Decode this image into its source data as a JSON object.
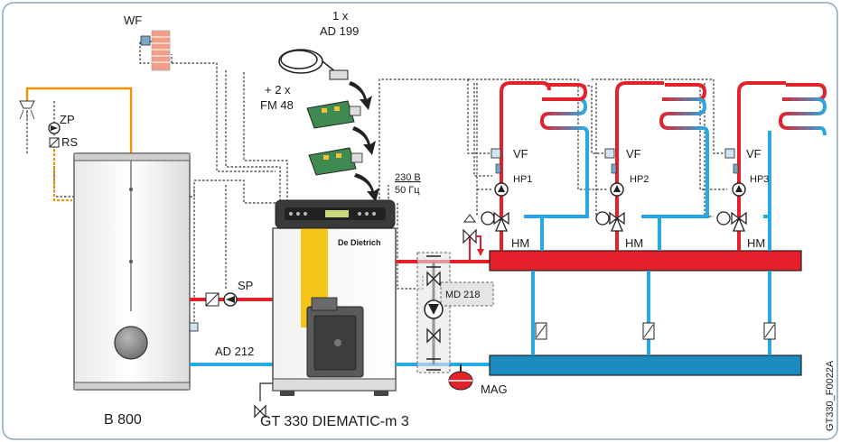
{
  "labels": {
    "wf": "WF",
    "zp": "ZP",
    "rs": "RS",
    "sp": "SP",
    "ad212": "AD 212",
    "tank": "B 800",
    "boiler": "GT 330 DIEMATIC-m 3",
    "qty1": "1 x",
    "ad199": "AD 199",
    "qty2": "+ 2 x",
    "fm48": "FM 48",
    "volt": "230 В",
    "hz": "50 Гц",
    "md218": "MD 218",
    "mag": "MAG",
    "brand": "De Dietrich",
    "ref": "GT330_F0022A",
    "vf1": "VF",
    "vf2": "VF",
    "vf3": "VF",
    "hp1": "HP1",
    "hp2": "HP2",
    "hp3": "HP3",
    "hm1": "HM",
    "hm2": "HM",
    "hm3": "HM"
  },
  "colors": {
    "supply": "#e4202a",
    "return": "#29a9e1",
    "dhw": "#f39200",
    "manifold_return": "#1c8cc0",
    "frame": "#8fa6b8"
  }
}
